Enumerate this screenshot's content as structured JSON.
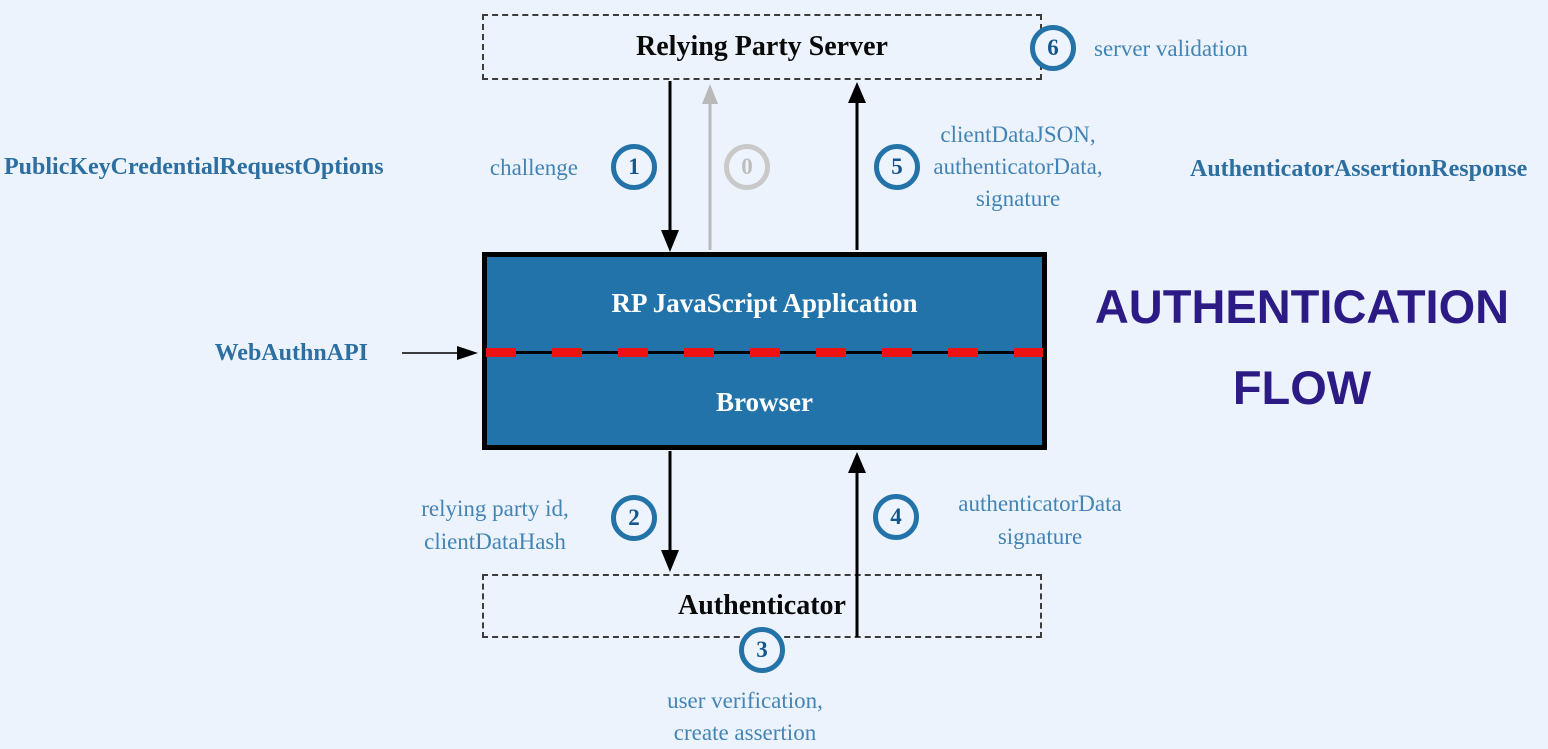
{
  "title": {
    "line1": "AUTHENTICATION",
    "line2": "FLOW"
  },
  "nodes": {
    "relying_party_server": "Relying Party Server",
    "rp_js_application": "RP JavaScript Application",
    "browser": "Browser",
    "authenticator": "Authenticator"
  },
  "annotations": {
    "public_key_credential_request_options": "PublicKeyCredentialRequestOptions",
    "authenticator_assertion_response": "AuthenticatorAssertionResponse",
    "webauthn_api": "WebAuthnAPI"
  },
  "steps": {
    "s0": {
      "number": "0"
    },
    "s1": {
      "number": "1",
      "label": "challenge"
    },
    "s2": {
      "number": "2",
      "line1": "relying party id,",
      "line2": "clientDataHash"
    },
    "s3": {
      "number": "3",
      "line1": "user verification,",
      "line2": "create assertion"
    },
    "s4": {
      "number": "4",
      "line1": "authenticatorData",
      "line2": "signature"
    },
    "s5": {
      "number": "5",
      "line1": "clientDataJSON,",
      "line2": "authenticatorData,",
      "line3": "signature"
    },
    "s6": {
      "number": "6",
      "label": "server validation"
    }
  },
  "colors": {
    "background": "#edf3fd",
    "node_fill_blue": "#2173a9",
    "step_circle_blue": "#2373a9",
    "label_text_blue": "#4284b4",
    "bold_label_blue": "#2d6fa1",
    "title_purple": "#2d1b85",
    "api_boundary_red": "#ee1111",
    "inactive_gray": "#bdbdbd",
    "arrow_black": "#000000"
  }
}
